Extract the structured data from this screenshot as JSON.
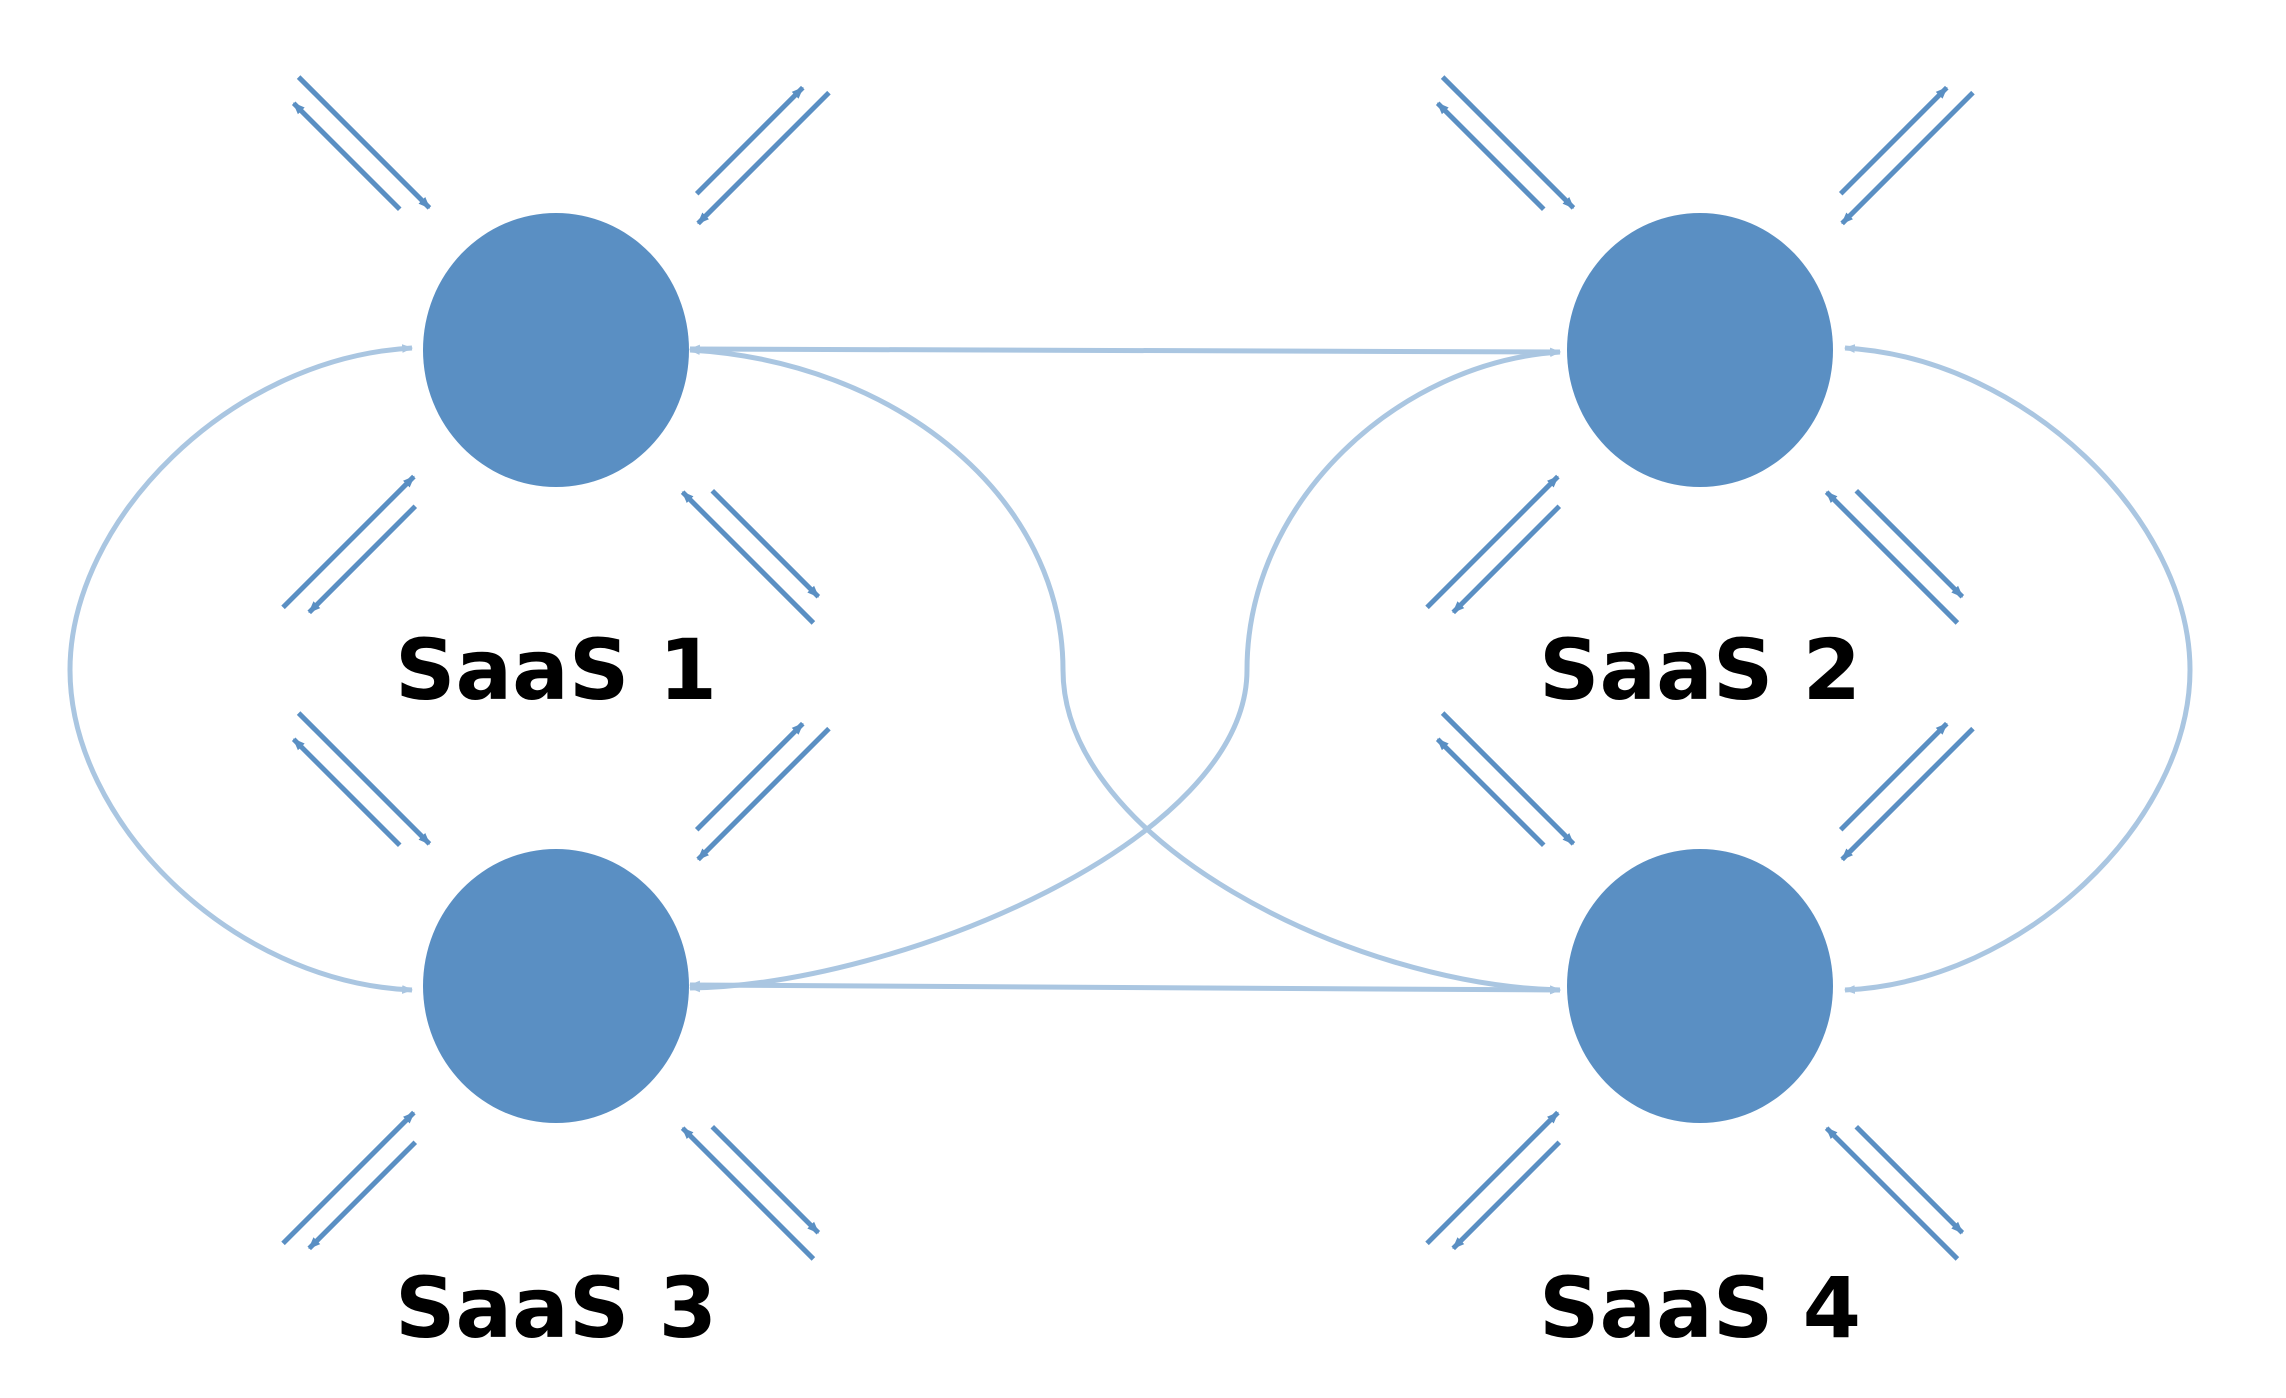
{
  "colors": {
    "node_fill": "#5a8fc3",
    "spoke_arrow": "#5a8fc3",
    "connector": "#aac6e1",
    "label_text": "#000000",
    "background": "#ffffff"
  },
  "nodes": [
    {
      "id": "saas1",
      "label": "SaaS 1"
    },
    {
      "id": "saas2",
      "label": "SaaS 2"
    },
    {
      "id": "saas3",
      "label": "SaaS 3"
    },
    {
      "id": "saas4",
      "label": "SaaS 4"
    }
  ],
  "spokes_per_node": 4,
  "spoke_style": "double-arrow (one inbound, one outbound)",
  "connections": [
    {
      "from": "saas1",
      "to": "saas2",
      "shape": "straight",
      "arrows": "both"
    },
    {
      "from": "saas3",
      "to": "saas4",
      "shape": "straight",
      "arrows": "both"
    },
    {
      "from": "saas1",
      "to": "saas3",
      "shape": "curved-outer",
      "arrows": "both"
    },
    {
      "from": "saas2",
      "to": "saas4",
      "shape": "curved-outer",
      "arrows": "both"
    },
    {
      "from": "saas1",
      "to": "saas4",
      "shape": "curved-crossing",
      "arrows": "both"
    },
    {
      "from": "saas2",
      "to": "saas3",
      "shape": "curved-crossing",
      "arrows": "both"
    }
  ]
}
